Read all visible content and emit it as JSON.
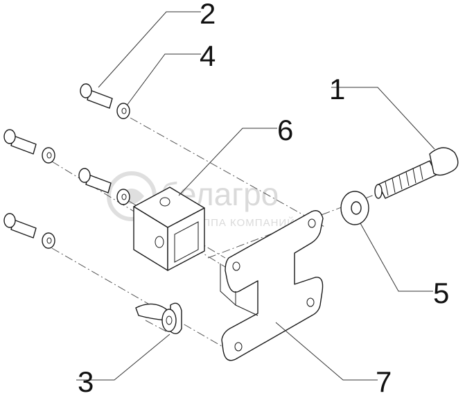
{
  "callouts": {
    "c1": "1",
    "c2": "2",
    "c3": "3",
    "c4": "4",
    "c5": "5",
    "c6": "6",
    "c7": "7"
  },
  "watermark": {
    "brand": "белагро",
    "tagline": "ГРУППА КОМПАНИЙ"
  }
}
